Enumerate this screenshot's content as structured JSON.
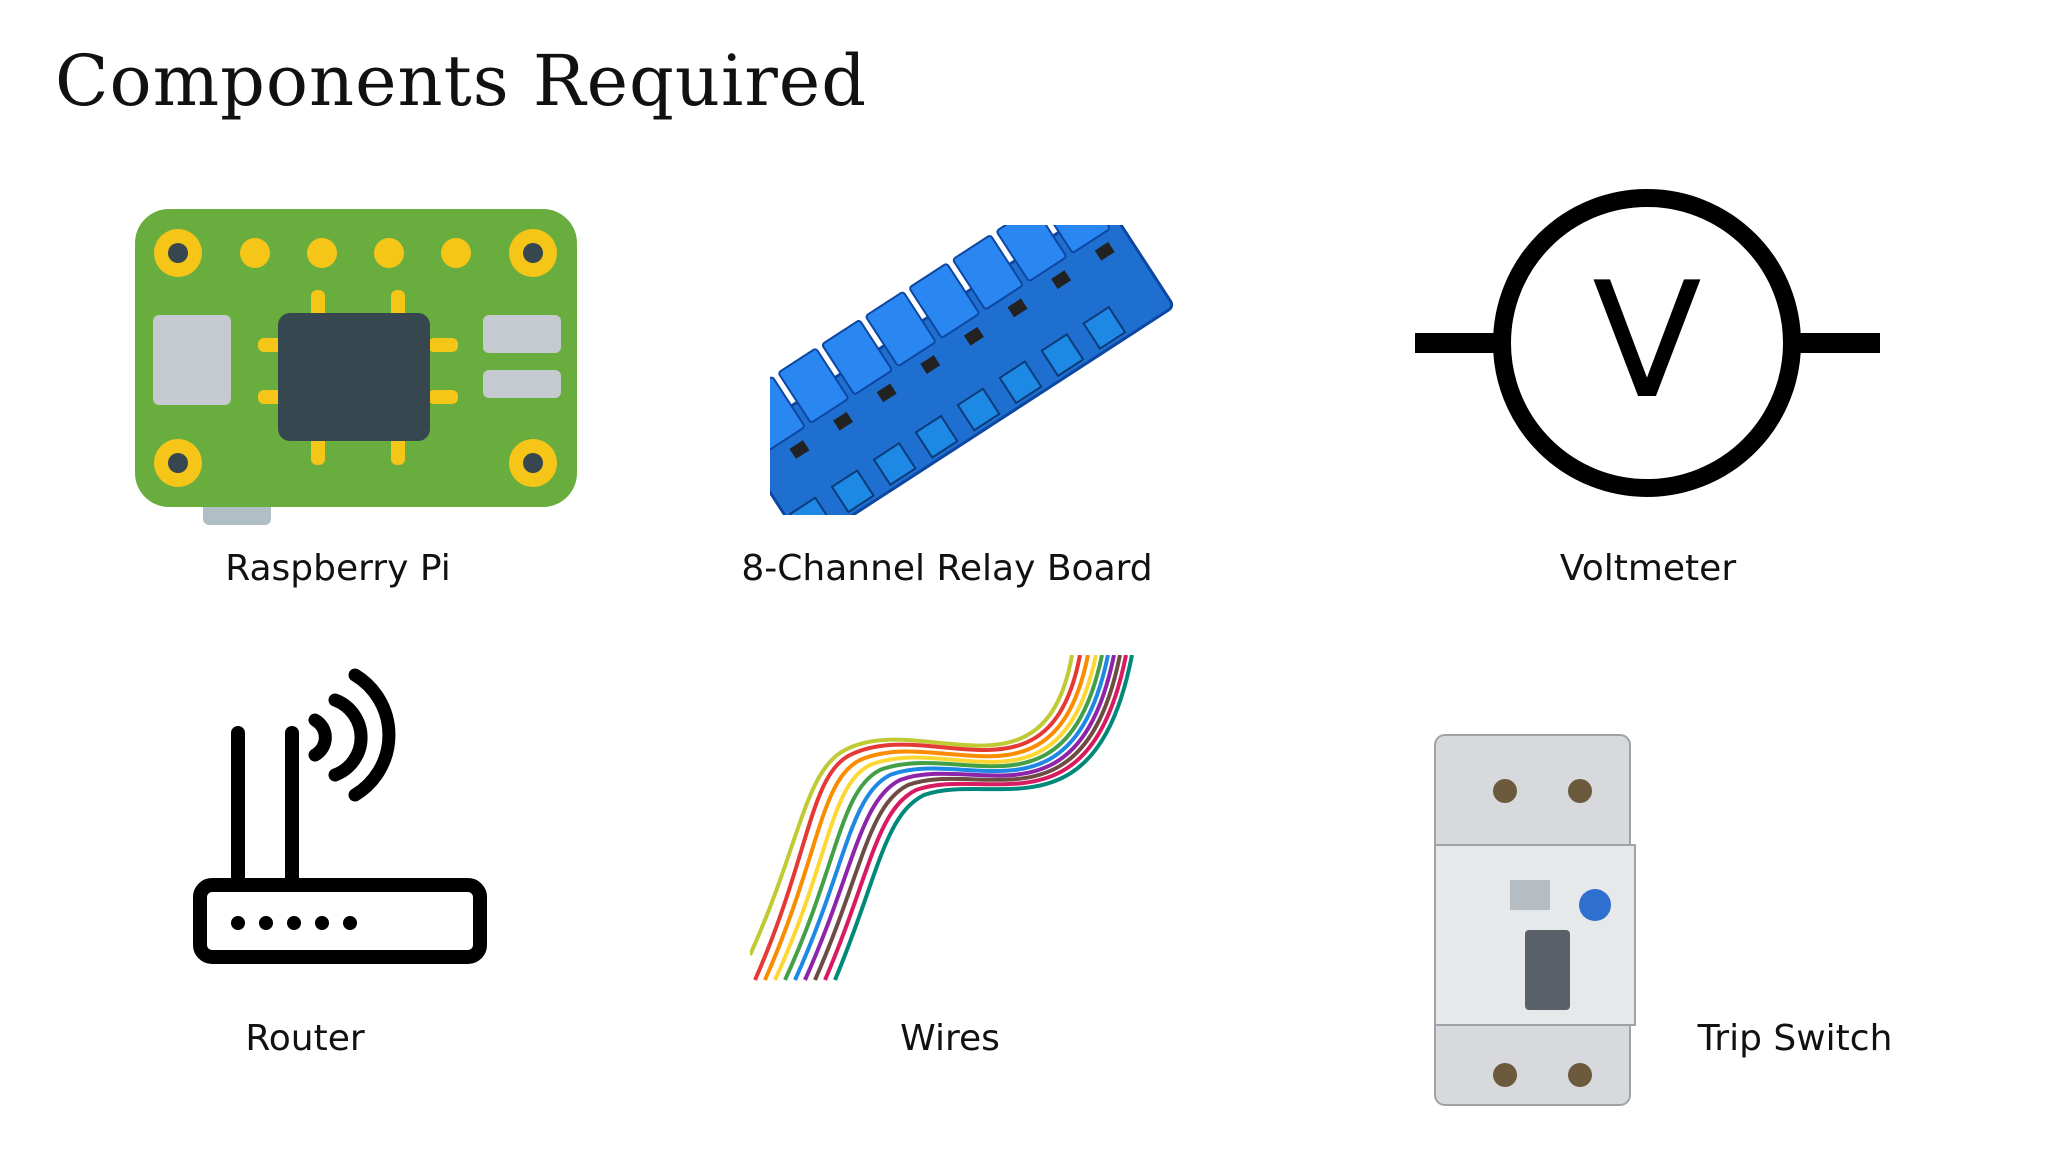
{
  "slide": {
    "title": "Components Required"
  },
  "components": [
    {
      "label": "Raspberry Pi",
      "icon": "raspberry-pi-board-icon"
    },
    {
      "label": "8-Channel Relay Board",
      "icon": "relay-board-image"
    },
    {
      "label": "Voltmeter",
      "icon": "voltmeter-symbol-icon",
      "symbol_letter": "V"
    },
    {
      "label": "Router",
      "icon": "router-icon"
    },
    {
      "label": "Wires",
      "icon": "wires-image"
    },
    {
      "label": "Trip Switch",
      "icon": "trip-switch-image"
    }
  ],
  "colors": {
    "board_green": "#6aad3f",
    "pad_yellow": "#f5c518",
    "chip_dark": "#37474f",
    "relay_blue": "#1f6fd1"
  }
}
